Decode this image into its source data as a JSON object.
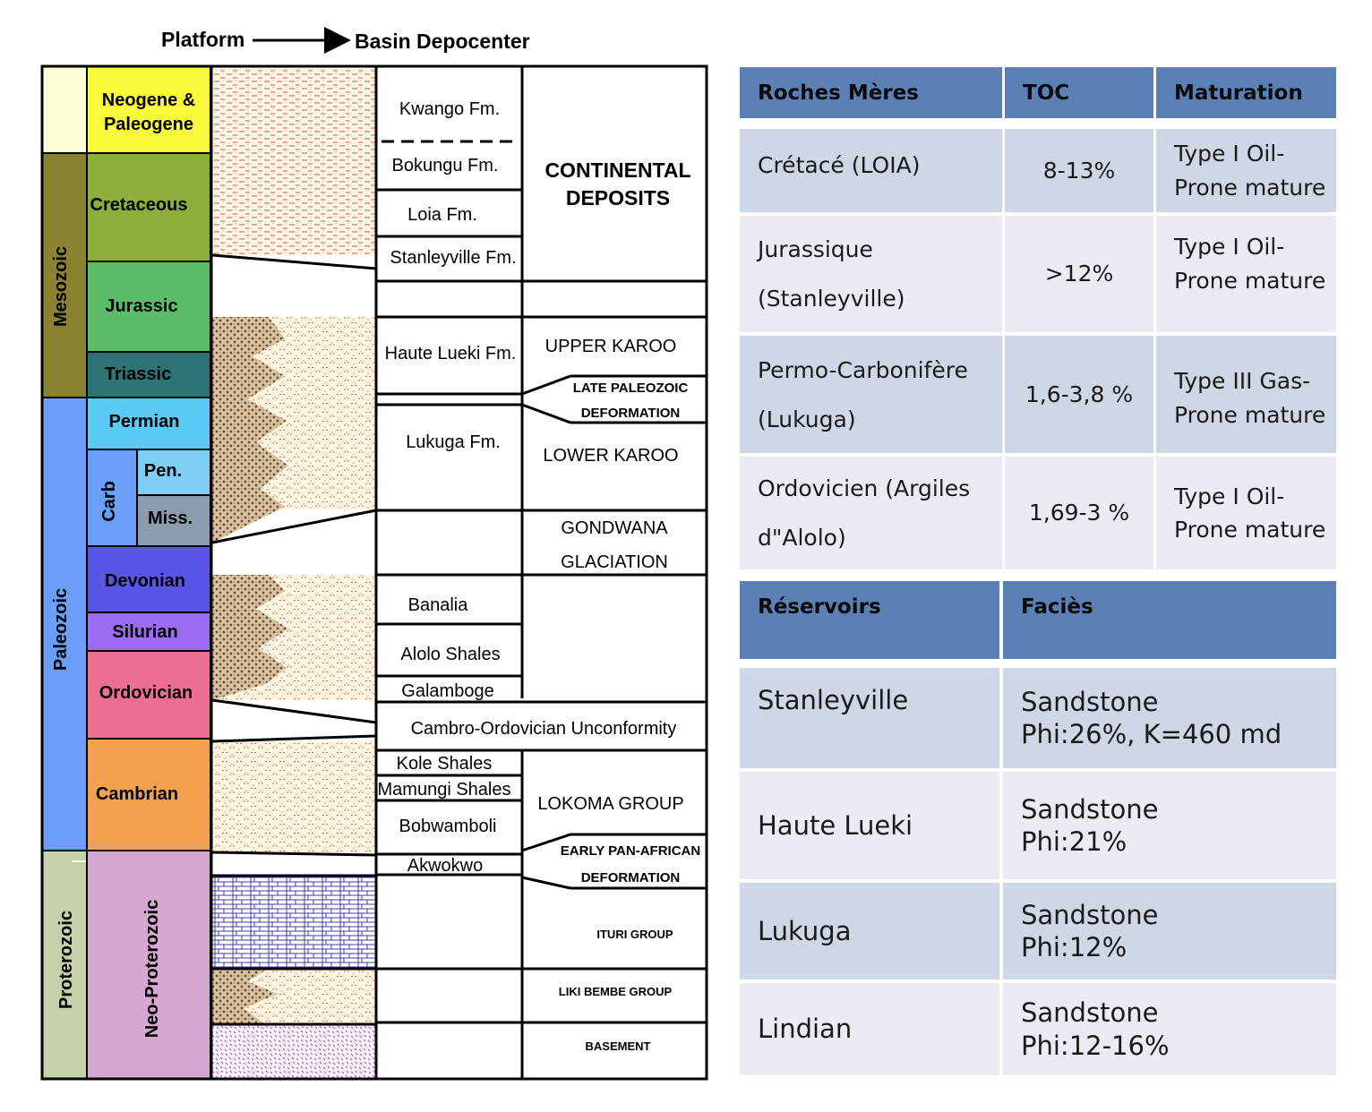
{
  "header": {
    "left_label": "Platform",
    "right_label": "Basin Depocenter"
  },
  "eras": [
    {
      "key": "mesozoic",
      "label": "Mesozoic"
    },
    {
      "key": "paleozoic",
      "label": "Paleozoic"
    },
    {
      "key": "proterozoic",
      "label": "Proterozoic"
    }
  ],
  "periods": {
    "neogene": "Neogene & Paleogene",
    "cretaceous": "Cretaceous",
    "jurassic": "Jurassic",
    "triassic": "Triassic",
    "permian": "Permian",
    "carb": "Carb",
    "pen": "Pen.",
    "miss": "Miss.",
    "devonian": "Devonian",
    "silurian": "Silurian",
    "ordovician": "Ordovician",
    "cambrian": "Cambrian",
    "neoproterozoic": "Neo-Proterozoic"
  },
  "formations": {
    "kwango": "Kwango Fm.",
    "bokungu": "Bokungu Fm.",
    "loia": "Loia Fm.",
    "stanleyville": "Stanleyville Fm.",
    "haute_lueki": "Haute Lueki Fm.",
    "lukuga": "Lukuga Fm.",
    "banalia": "Banalia",
    "alolo": "Alolo Shales",
    "galamboge": "Galamboge",
    "unconformity": "Cambro-Ordovician Unconformity",
    "kole": "Kole Shales",
    "mamungi": "Mamungi Shales",
    "bobwamboli": "Bobwamboli",
    "akwokwo": "Akwokwo"
  },
  "groups": {
    "continental_1": "CONTINENTAL",
    "continental_2": "DEPOSITS",
    "upper_karoo": "UPPER KAROO",
    "late_paleozoic_1": "LATE PALEOZOIC",
    "late_paleozoic_2": "DEFORMATION",
    "lower_karoo": "LOWER KAROO",
    "gondwana_1": "GONDWANA",
    "gondwana_2": "GLACIATION",
    "lokoma": "LOKOMA GROUP",
    "early_panafrican_1": "EARLY PAN-AFRICAN",
    "early_panafrican_2": "DEFORMATION",
    "ituri": "ITURI GROUP",
    "liki_bembe": "LIKI BEMBE GROUP",
    "basement": "BASEMENT"
  },
  "source_rocks": {
    "headers": [
      "Roches Mères",
      "TOC",
      "Maturation"
    ],
    "rows": [
      {
        "name": "Crétacé (LOIA)",
        "toc": "8-13%",
        "maturation": "Type I Oil-Prone mature"
      },
      {
        "name": "Jurassique (Stanleyville)",
        "toc": ">12%",
        "maturation": "Type I Oil-Prone mature"
      },
      {
        "name": "Permo-Carbonifère (Lukuga)",
        "toc": "1,6-3,8 %",
        "maturation": "Type III Gas-Prone mature"
      },
      {
        "name": "Ordovicien (Argiles d\"Alolo)",
        "toc": "1,69-3 %",
        "maturation": "Type I Oil-Prone mature"
      }
    ]
  },
  "reservoirs": {
    "headers": [
      "Réservoirs",
      "Faciès"
    ],
    "rows": [
      {
        "name": "Stanleyville",
        "facies_1": "Sandstone",
        "facies_2": "Phi:26%, K=460 md"
      },
      {
        "name": "Haute Lueki",
        "facies_1": "Sandstone",
        "facies_2": "Phi:21%"
      },
      {
        "name": "Lukuga",
        "facies_1": "Sandstone",
        "facies_2": "Phi:12%"
      },
      {
        "name": "Lindian",
        "facies_1": "Sandstone",
        "facies_2": "Phi:12-16%"
      }
    ]
  }
}
